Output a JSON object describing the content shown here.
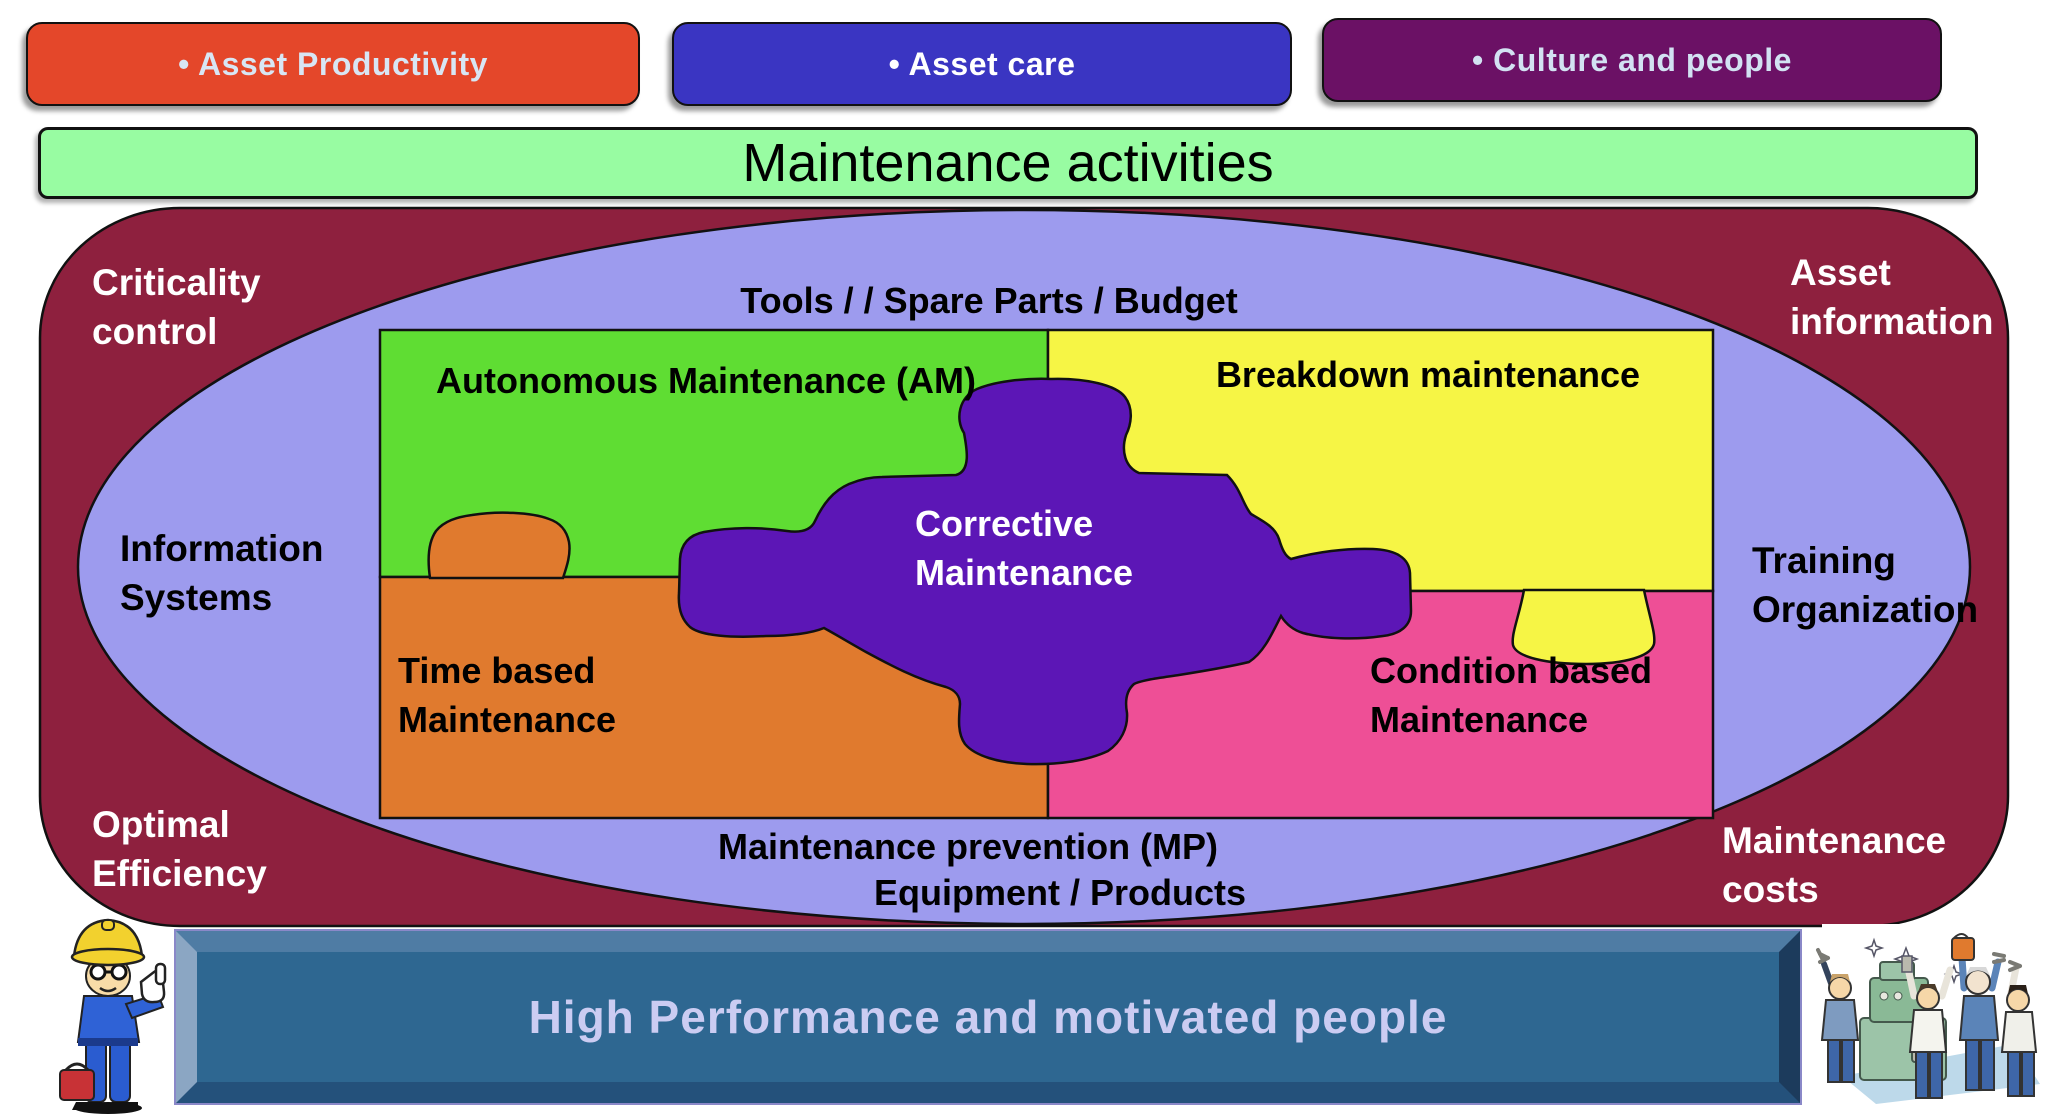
{
  "top_buttons": [
    {
      "label": "• Asset Productivity",
      "color": "#e4472a",
      "text_color": "#d8e6f4"
    },
    {
      "label": "• Asset care",
      "color": "#3a35c2",
      "text_color": "#ffffff"
    },
    {
      "label": "• Culture and people",
      "color": "#6b1165",
      "text_color": "#d2e2f2"
    }
  ],
  "activities_bar": {
    "label": "Maintenance activities",
    "color": "#98fca2"
  },
  "ring_labels": {
    "criticality": [
      "Criticality",
      "control"
    ],
    "asset_information": [
      "Asset",
      "information"
    ],
    "information_systems": [
      "Information",
      "Systems"
    ],
    "training_organization": [
      "Training",
      "Organization"
    ],
    "optimal_efficiency": [
      "Optimal",
      "Efficiency"
    ],
    "maintenance_costs": [
      "Maintenance",
      "costs"
    ],
    "tools": "Tools / / Spare Parts / Budget",
    "maintenance_prevention": "Maintenance prevention (MP)",
    "equipment_products": "Equipment / Products"
  },
  "puzzle": {
    "autonomous": "Autonomous Maintenance (AM)",
    "breakdown": "Breakdown maintenance",
    "time_based": [
      "Time based",
      "Maintenance"
    ],
    "condition_based": [
      "Condition based",
      "Maintenance"
    ],
    "corrective": [
      "Corrective",
      "Maintenance"
    ]
  },
  "bottom_bar": {
    "label": "High Performance and motivated people"
  },
  "illustrations": {
    "left": "worker-thumbs-up-cartoon",
    "right": "celebrating-team-cartoon"
  },
  "colors": {
    "asset_productivity_fill": "#e4472a",
    "asset_care_fill": "#3a35c2",
    "culture_people_fill": "#6b1165",
    "activities_bar_fill": "#98fca2",
    "ring_fill": "#8e203e",
    "ellipse_fill": "#9d9bee",
    "puzzle_green": "#5fdd33",
    "puzzle_yellow": "#f6f545",
    "puzzle_orange": "#e07a2e",
    "puzzle_pink": "#ee4f96",
    "puzzle_purple": "#5c16b6",
    "bottom_bar_face": "#2e6791",
    "bottom_bar_text": "#cbccf2"
  }
}
